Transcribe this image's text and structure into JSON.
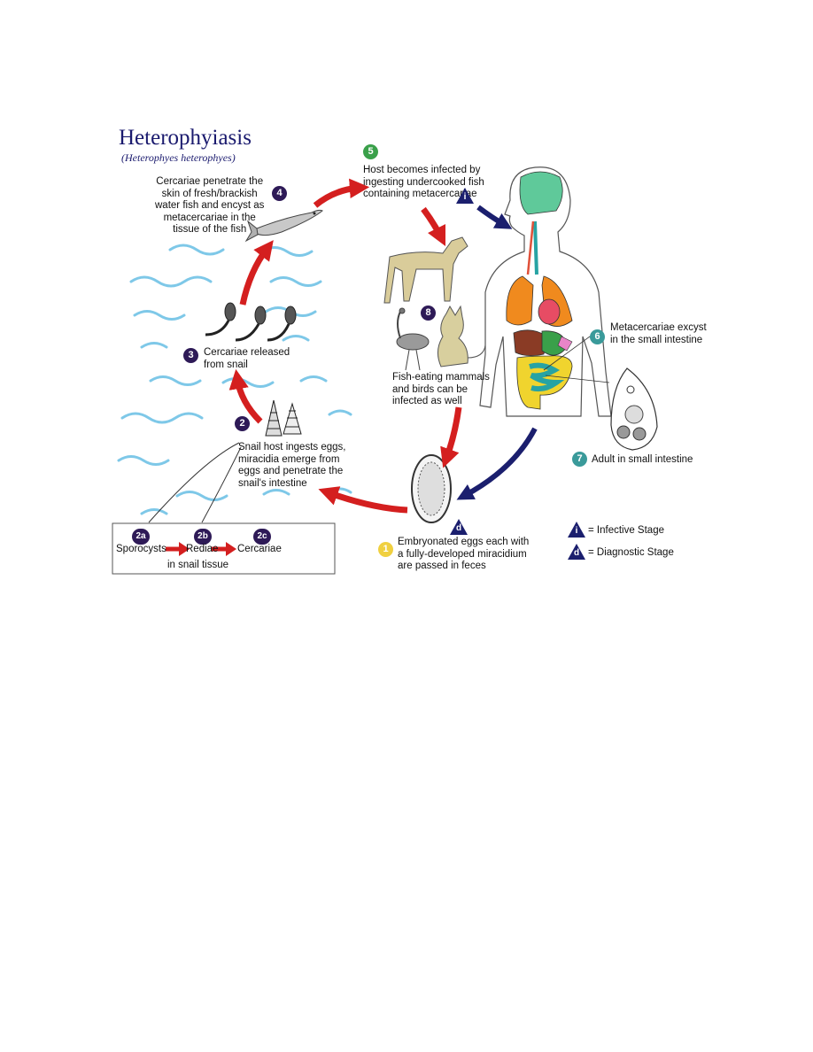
{
  "title": "Heterophyiasis",
  "subtitle": "(Heterophyes heterophyes)",
  "colors": {
    "badge_dark": "#2e1a57",
    "badge_green": "#3aa04a",
    "badge_teal": "#3a9a9a",
    "badge_yellow": "#f0d040",
    "arrow_red": "#d41f1f",
    "arrow_navy": "#1b1f6e",
    "water": "#7ec8e8",
    "brain": "#5fc99a",
    "lungs": "#f08a1e",
    "stomach": "#27a3a3",
    "intestine": "#f0d42e"
  },
  "steps": {
    "s1": {
      "badge": "1",
      "text": "Embryonated eggs each with\na fully-developed miracidium\nare passed in feces"
    },
    "s2": {
      "badge": "2",
      "text": "Snail host ingests eggs,\nmiracidia emerge from\neggs and penetrate the\nsnail's intestine"
    },
    "s3": {
      "badge": "3",
      "text": "Cercariae released\nfrom snail"
    },
    "s4": {
      "badge": "4",
      "text": "Cercariae penetrate the\nskin of fresh/brackish\nwater fish and encyst as\nmetacercariae in the\ntissue of the fish"
    },
    "s5": {
      "badge": "5",
      "text": "Host becomes infected by\ningesting undercooked fish\ncontaining metacercariae"
    },
    "s6": {
      "badge": "6",
      "text": "Metacercariae excyst\nin the small intestine"
    },
    "s7": {
      "badge": "7",
      "text": "Adult in small intestine"
    },
    "s8": {
      "badge": "8",
      "text": "Fish-eating mammals\nand birds can be\ninfected as well"
    }
  },
  "snail_tissue": {
    "a": {
      "badge": "2a",
      "label": "Sporocysts"
    },
    "b": {
      "badge": "2b",
      "label": "Rediae"
    },
    "c": {
      "badge": "2c",
      "label": "Cercariae"
    },
    "caption": "in snail tissue"
  },
  "legend": {
    "infective_symbol": "i",
    "infective": "= Infective Stage",
    "diagnostic_symbol": "d",
    "diagnostic": "= Diagnostic Stage"
  }
}
